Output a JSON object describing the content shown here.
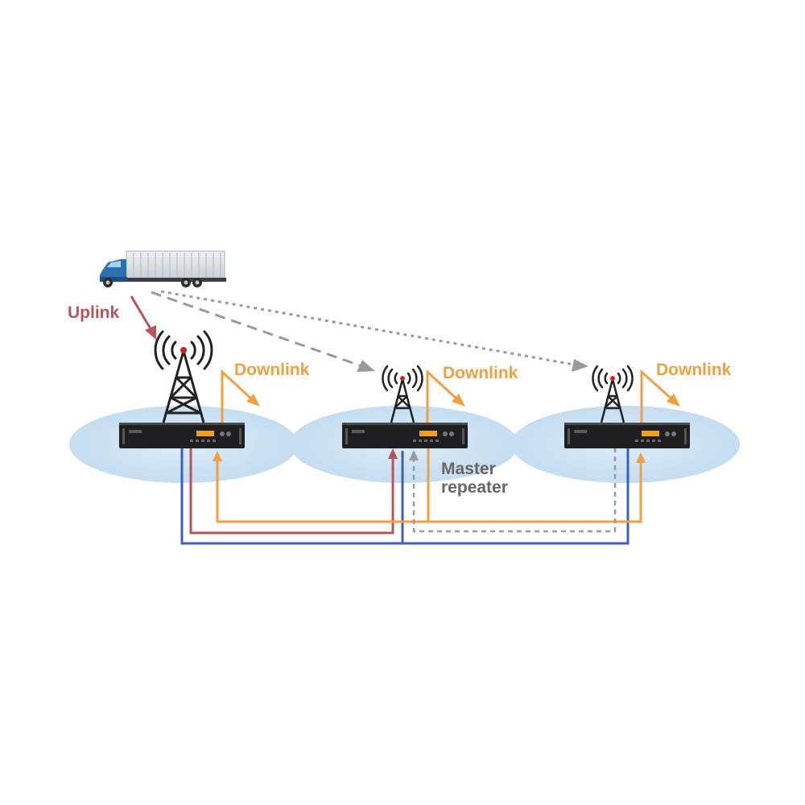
{
  "labels": {
    "uplink": "Uplink",
    "downlink": "Downlink",
    "master_line1": "Master",
    "master_line2": "repeater"
  },
  "colors": {
    "uplink": "#b5555a",
    "downlink": "#f0a040",
    "network": "#3a5fc0",
    "dashed": "#9a9a9a",
    "cell": "#cfe4f4",
    "master_text": "#666666",
    "repeater_body": "#1f1f1f",
    "display": "#f0a020",
    "truck_cab": "#2a6fb0",
    "container": "#d9dde2"
  },
  "icons": [
    "truck-icon",
    "tower-icon",
    "repeater-icon",
    "signal-waves-icon"
  ],
  "sites": [
    {
      "id": "site-1",
      "role": "repeater"
    },
    {
      "id": "site-2",
      "role": "master-repeater"
    },
    {
      "id": "site-3",
      "role": "repeater"
    }
  ]
}
